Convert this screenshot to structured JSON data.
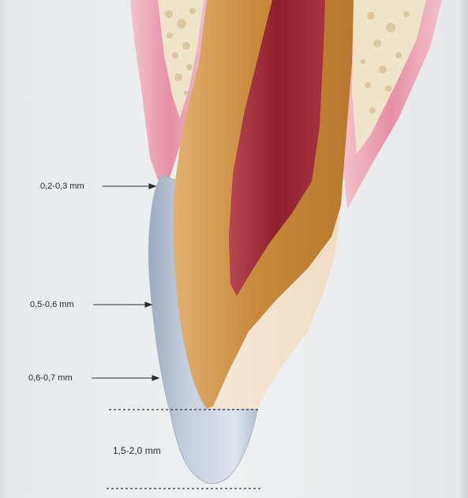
{
  "figure": {
    "labels": {
      "cervical": "0,2-0,3 mm",
      "middle": "0,5-0,6 mm",
      "incisal_third": "0,6-0,7 mm",
      "incisal_edge": "1,5-2,0 mm"
    },
    "colors": {
      "background": "#eceeef",
      "gingiva": "#e8a3b3",
      "bone": "#efe3c9",
      "dentin": "#c98a3c",
      "pulp": "#9b2a36",
      "enamel": "#f2e3cf",
      "veneer": "#b9c3d3"
    }
  }
}
